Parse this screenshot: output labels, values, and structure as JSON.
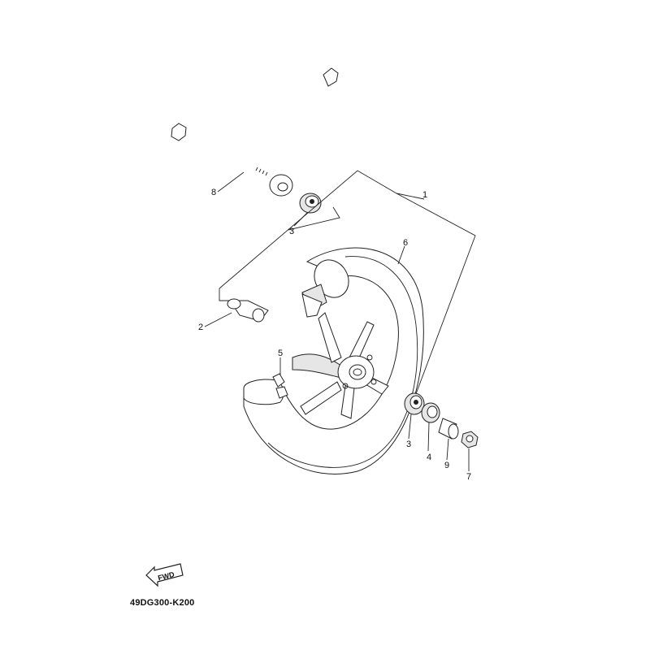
{
  "diagram": {
    "drawing_code": "49DG300-K200",
    "fwd_label": "FWD",
    "callouts": [
      {
        "ref": "1",
        "label": "1"
      },
      {
        "ref": "2",
        "label": "2"
      },
      {
        "ref": "3a",
        "label": "3"
      },
      {
        "ref": "3b",
        "label": "3"
      },
      {
        "ref": "4",
        "label": "4"
      },
      {
        "ref": "5",
        "label": "5"
      },
      {
        "ref": "6",
        "label": "6"
      },
      {
        "ref": "7",
        "label": "7"
      },
      {
        "ref": "8",
        "label": "8"
      },
      {
        "ref": "9",
        "label": "9"
      }
    ]
  }
}
